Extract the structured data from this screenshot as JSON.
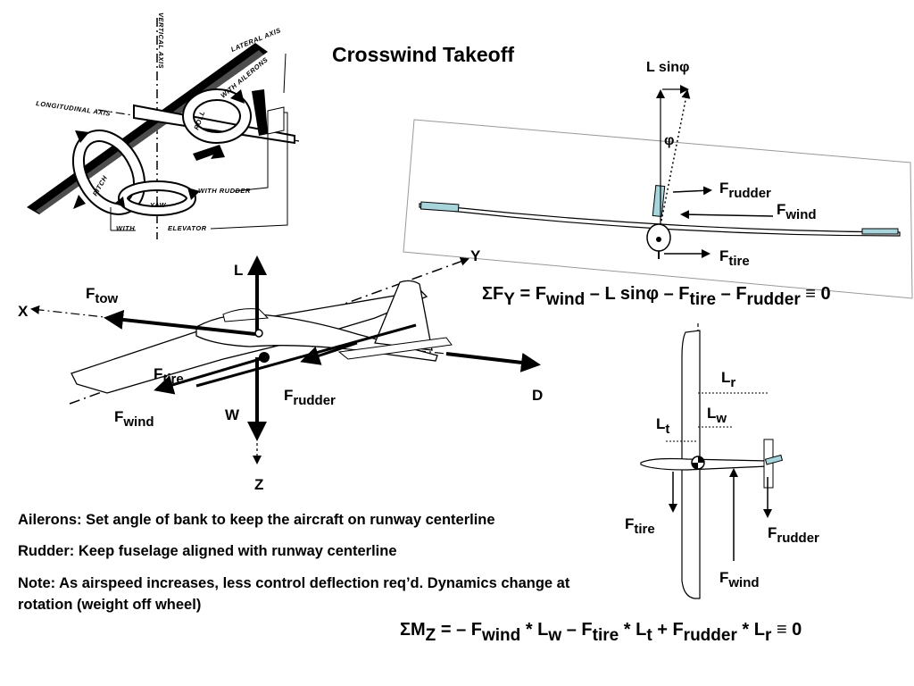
{
  "title": "Crosswind Takeoff",
  "axes_sketch": {
    "vertical_axis": "VERTICAL AXIS",
    "lateral_axis": "LATERAL AXIS",
    "longitudinal_axis": "LONGITUDINAL AXIS",
    "roll": "ROLL",
    "with_ailerons": "WITH AILERONS",
    "pitch": "PITCH",
    "yaw": "YAW",
    "with_rudder": "WITH RUDDER",
    "with": "WITH",
    "elevator": "ELEVATOR"
  },
  "front_view": {
    "l_sin_phi": "L sinφ",
    "phi": "φ",
    "f_rudder": "F",
    "f_rudder_sub": "rudder",
    "f_wind": "F",
    "f_wind_sub": "wind",
    "f_tire": "F",
    "f_tire_sub": "tire"
  },
  "force_diagram": {
    "axis_x": "X",
    "axis_y": "Y",
    "axis_z": "Z",
    "l": "L",
    "w": "W",
    "d": "D",
    "f_tow": "F",
    "f_tow_sub": "tow",
    "f_tire": "F",
    "f_tire_sub": "tire",
    "f_wind": "F",
    "f_wind_sub": "wind",
    "f_rudder": "F",
    "f_rudder_sub": "rudder"
  },
  "top_view": {
    "l_r": "L",
    "l_r_sub": "r",
    "l_w": "L",
    "l_w_sub": "w",
    "l_t": "L",
    "l_t_sub": "t",
    "f_tire": "F",
    "f_tire_sub": "tire",
    "f_rudder": "F",
    "f_rudder_sub": "rudder",
    "f_wind": "F",
    "f_wind_sub": "wind"
  },
  "equation_fy": {
    "sigma": "ΣF",
    "sub_y": "Y",
    "part1": " = F",
    "sub_wind": "wind",
    "part2": " – L sinφ – F",
    "sub_tire": "tire",
    "part3": " – F",
    "sub_rudder": "rudder",
    "part4": " ≡ 0"
  },
  "equation_mz": {
    "sigma": "ΣM",
    "sub_z": "Z",
    "part1": " = – F",
    "sub_wind": "wind",
    "part2": " * L",
    "sub_w": "w",
    "part3": " – F",
    "sub_tire": "tire",
    "part4": " * L",
    "sub_t": "t",
    "part5": " + F",
    "sub_rudder": "rudder",
    "part6": " * L",
    "sub_r": "r",
    "part7": " ≡ 0"
  },
  "notes": [
    "Ailerons: Set angle of bank to keep the aircraft on runway centerline",
    "Rudder: Keep fuselage aligned with runway centerline",
    "Note: As airspeed increases, less control deflection req’d. Dynamics change at rotation (weight off wheel)"
  ],
  "colors": {
    "ink": "#000000",
    "wingtip_blue": "#a8d4dc",
    "fuselage_fill": "#ffffff"
  }
}
